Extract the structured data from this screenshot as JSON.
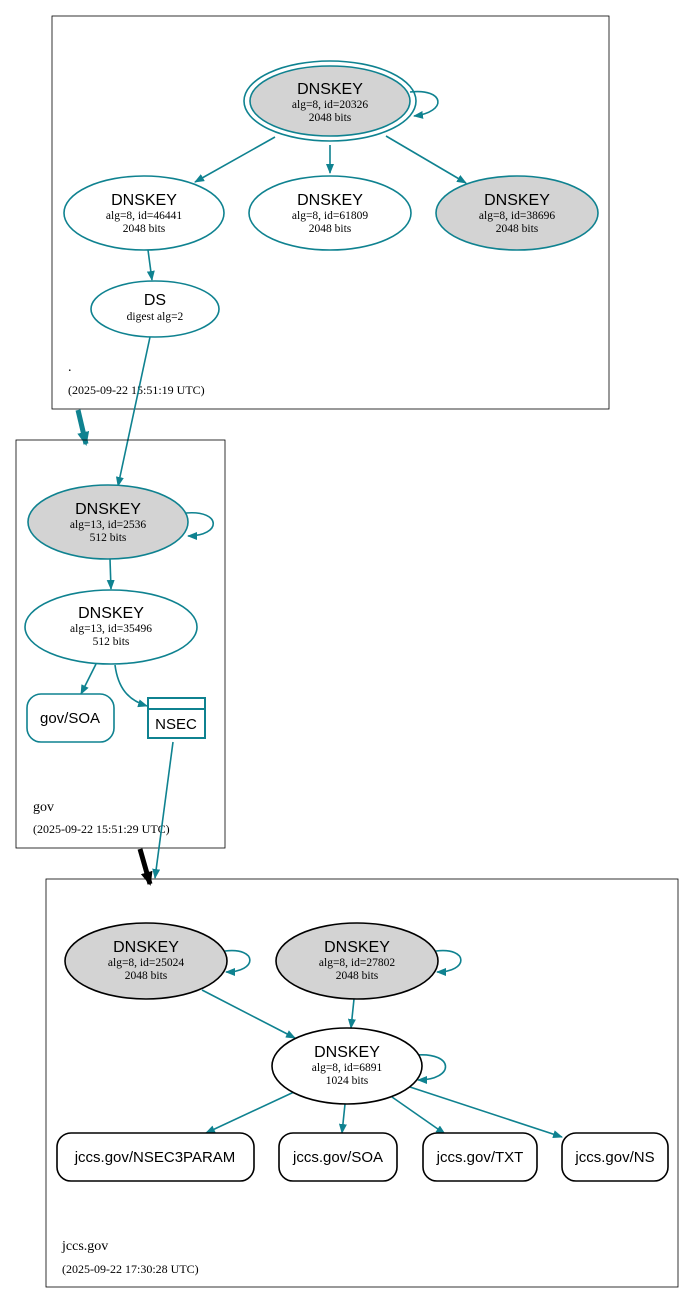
{
  "colors": {
    "accent": "#0f8290",
    "node_fill_gray": "#d3d3d3",
    "border": "#000000"
  },
  "zones": {
    "root": {
      "name": ".",
      "timestamp": "(2025-09-22 15:51:19 UTC)",
      "nodes": {
        "ksk": {
          "title": "DNSKEY",
          "line1": "alg=8, id=20326",
          "line2": "2048 bits"
        },
        "zsk1": {
          "title": "DNSKEY",
          "line1": "alg=8, id=46441",
          "line2": "2048 bits"
        },
        "zsk2": {
          "title": "DNSKEY",
          "line1": "alg=8, id=61809",
          "line2": "2048 bits"
        },
        "ksk2": {
          "title": "DNSKEY",
          "line1": "alg=8, id=38696",
          "line2": "2048 bits"
        },
        "ds": {
          "title": "DS",
          "line1": "digest alg=2"
        }
      }
    },
    "gov": {
      "name": "gov",
      "timestamp": "(2025-09-22 15:51:29 UTC)",
      "nodes": {
        "ksk": {
          "title": "DNSKEY",
          "line1": "alg=13, id=2536",
          "line2": "512 bits"
        },
        "zsk": {
          "title": "DNSKEY",
          "line1": "alg=13, id=35496",
          "line2": "512 bits"
        },
        "soa": {
          "label": "gov/SOA"
        },
        "nsec": {
          "label": "NSEC"
        }
      }
    },
    "jccs": {
      "name": "jccs.gov",
      "timestamp": "(2025-09-22 17:30:28 UTC)",
      "nodes": {
        "ksk1": {
          "title": "DNSKEY",
          "line1": "alg=8, id=25024",
          "line2": "2048 bits"
        },
        "ksk2": {
          "title": "DNSKEY",
          "line1": "alg=8, id=27802",
          "line2": "2048 bits"
        },
        "zsk": {
          "title": "DNSKEY",
          "line1": "alg=8, id=6891",
          "line2": "1024 bits"
        },
        "rr_nsec3param": {
          "label": "jccs.gov/NSEC3PARAM"
        },
        "rr_soa": {
          "label": "jccs.gov/SOA"
        },
        "rr_txt": {
          "label": "jccs.gov/TXT"
        },
        "rr_ns": {
          "label": "jccs.gov/NS"
        }
      }
    }
  }
}
